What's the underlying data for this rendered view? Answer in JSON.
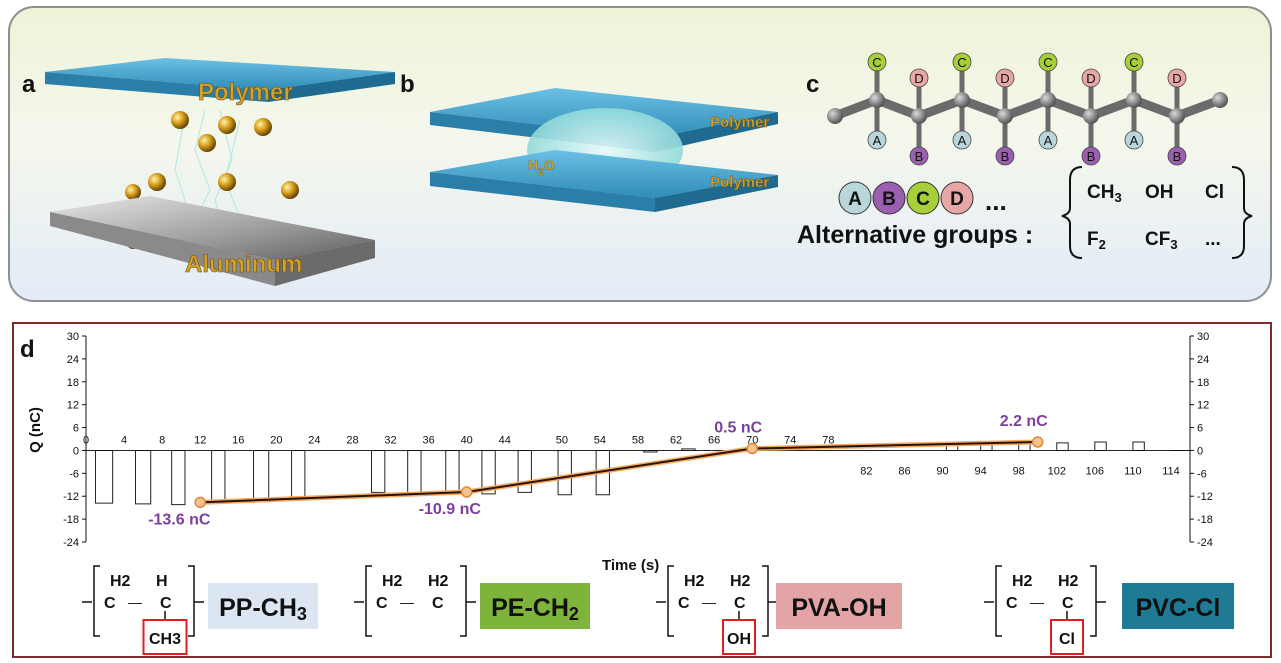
{
  "panels": {
    "a": {
      "letter": "a",
      "top_label": "Polymer",
      "bottom_label": "Aluminum"
    },
    "b": {
      "letter": "b",
      "top_label": "Polymer",
      "bottom_label": "Polymer",
      "water_label": "H",
      "water_sub": "2",
      "water_o": "O"
    },
    "c": {
      "letter": "c",
      "chain_top_groups": [
        "C",
        "D",
        "C",
        "D",
        "C",
        "D",
        "C",
        "D"
      ],
      "chain_bottom_groups": [
        "A",
        "B",
        "A",
        "B",
        "A",
        "B",
        "A",
        "B"
      ],
      "bead_legend": [
        "A",
        "B",
        "C",
        "D"
      ],
      "ellipsis": "...",
      "alt_label": "Alternative groups :",
      "groups_row1": [
        "CH",
        "OH",
        "Cl"
      ],
      "groups_row1_subs": [
        "3",
        "",
        ""
      ],
      "groups_row2": [
        "F",
        "CF",
        "..."
      ],
      "groups_row2_subs": [
        "2",
        "3",
        ""
      ]
    },
    "d": {
      "letter": "d"
    }
  },
  "colors": {
    "A": "#b9d6da",
    "B": "#9b5fb0",
    "C": "#a6cf3a",
    "D": "#e8a7a7",
    "polymer_blue": "#3d9fc9",
    "annotation_purple": "#7b3f9e",
    "trend_line": "#2a1208",
    "trend_glow": "#f4a960",
    "frame_red": "#7b2b2b",
    "box_red": "#e02020"
  },
  "chart_data": {
    "type": "line",
    "xlabel": "Time (s)",
    "ylabel": "Q (nC)",
    "xlim": [
      0,
      116
    ],
    "ylim": [
      -24,
      30
    ],
    "y_ticks": [
      30,
      24,
      18,
      12,
      6,
      0,
      -6,
      -12,
      -18,
      -24
    ],
    "x_ticks_top": [
      0,
      4,
      8,
      12,
      16,
      20,
      24,
      28,
      32,
      36,
      40,
      44,
      50,
      54,
      58,
      62,
      66,
      70,
      74,
      78
    ],
    "x_ticks_bottom": [
      82,
      86,
      90,
      94,
      98,
      102,
      106,
      110,
      114
    ],
    "pulses": [
      {
        "t0": 1.0,
        "t1": 2.8,
        "q": -13.8
      },
      {
        "t0": 5.2,
        "t1": 6.8,
        "q": -14.0
      },
      {
        "t0": 9.0,
        "t1": 10.4,
        "q": -14.2
      },
      {
        "t0": 13.2,
        "t1": 14.6,
        "q": -13.6
      },
      {
        "t0": 17.6,
        "t1": 19.2,
        "q": -13.4
      },
      {
        "t0": 21.6,
        "t1": 23.0,
        "q": -13.0
      },
      {
        "t0": 30.0,
        "t1": 31.4,
        "q": -11.0
      },
      {
        "t0": 33.8,
        "t1": 35.2,
        "q": -11.2
      },
      {
        "t0": 37.8,
        "t1": 39.2,
        "q": -11.0
      },
      {
        "t0": 41.6,
        "t1": 43.0,
        "q": -11.4
      },
      {
        "t0": 45.4,
        "t1": 46.8,
        "q": -11.0
      },
      {
        "t0": 49.6,
        "t1": 51.0,
        "q": -11.6
      },
      {
        "t0": 53.6,
        "t1": 55.0,
        "q": -11.6
      },
      {
        "t0": 58.6,
        "t1": 60.0,
        "q": -0.4
      },
      {
        "t0": 62.6,
        "t1": 64.0,
        "q": 0.4
      },
      {
        "t0": 66.6,
        "t1": 68.0,
        "q": -0.3
      },
      {
        "t0": 70.6,
        "t1": 72.0,
        "q": 0.3
      },
      {
        "t0": 90.4,
        "t1": 91.6,
        "q": 1.6
      },
      {
        "t0": 94.0,
        "t1": 95.2,
        "q": 1.8
      },
      {
        "t0": 98.0,
        "t1": 99.2,
        "q": 2.0
      },
      {
        "t0": 102.0,
        "t1": 103.2,
        "q": 2.0
      },
      {
        "t0": 106.0,
        "t1": 107.2,
        "q": 2.2
      },
      {
        "t0": 110.0,
        "t1": 111.2,
        "q": 2.2
      }
    ],
    "trend": [
      {
        "x": 12,
        "y": -13.6,
        "label": "-13.6 nC"
      },
      {
        "x": 40,
        "y": -10.9,
        "label": "-10.9 nC"
      },
      {
        "x": 70,
        "y": 0.5,
        "label": "0.5 nC"
      },
      {
        "x": 100,
        "y": 2.2,
        "label": "2.2 nC"
      }
    ]
  },
  "polymers": [
    {
      "name": "PP-CH",
      "name_sub": "3",
      "top_left": "H2",
      "top_right": "H",
      "side": "CH3",
      "badge_color": "#dbe6f2"
    },
    {
      "name": "PE-CH",
      "name_sub": "2",
      "top_left": "H2",
      "top_right": "H2",
      "side": "",
      "badge_color": "#7fb43c"
    },
    {
      "name": "PVA-OH",
      "name_sub": "",
      "top_left": "H2",
      "top_right": "H2",
      "side": "OH",
      "badge_color": "#e2a4a4"
    },
    {
      "name": "PVC-Cl",
      "name_sub": "",
      "top_left": "H2",
      "top_right": "H2",
      "side": "Cl",
      "badge_color": "#1f7a95"
    }
  ],
  "formula_atoms": {
    "carbon": "C",
    "dash": "—"
  }
}
